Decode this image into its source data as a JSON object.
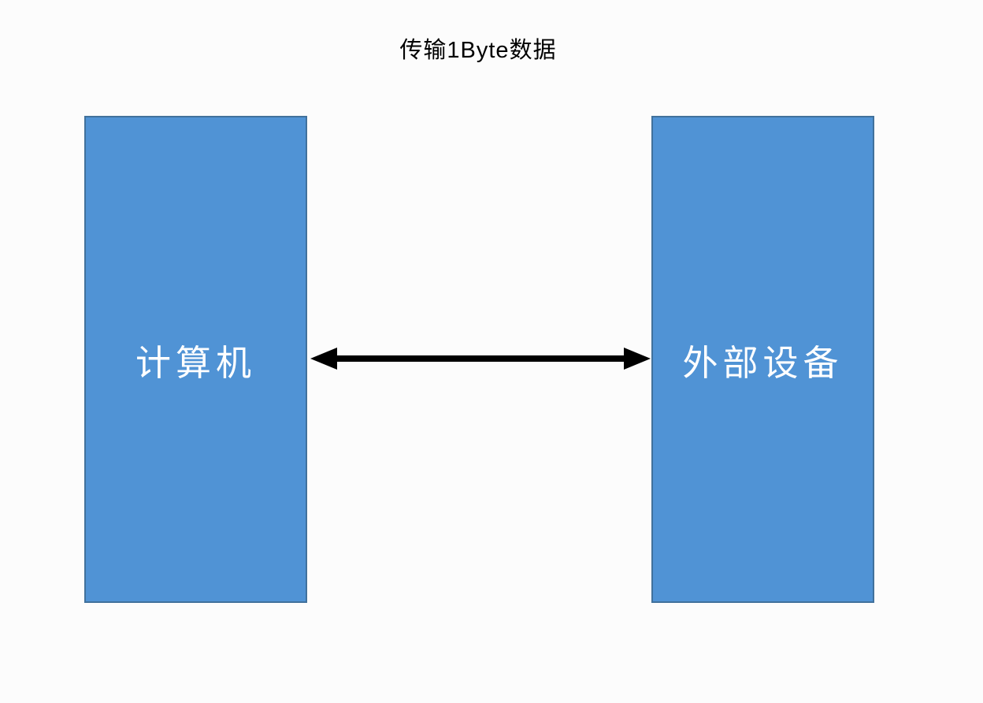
{
  "title": "传输1Byte数据",
  "nodes": [
    {
      "id": "computer",
      "label": "计算机"
    },
    {
      "id": "external-device",
      "label": "外部设备"
    }
  ],
  "connector": {
    "type": "double-arrow",
    "from": "computer",
    "to": "external-device"
  },
  "colors": {
    "background": "#FCFCFC",
    "node_fill": "#5093D5",
    "node_border": "#41719C",
    "node_text": "#FFFFFF",
    "title_color": "#000000",
    "arrow": "#000000"
  }
}
